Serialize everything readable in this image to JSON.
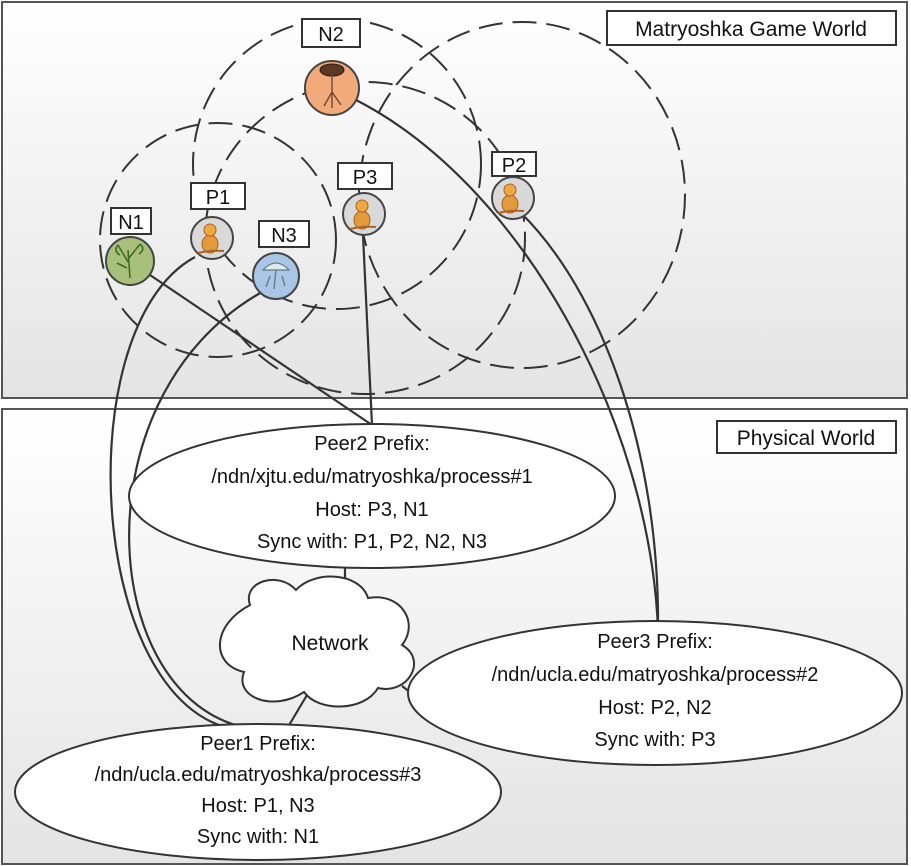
{
  "game_world": {
    "title": "Matryoshka Game World"
  },
  "physical_world": {
    "title": "Physical World"
  },
  "nodes": [
    {
      "id": "n1",
      "label": "N1",
      "kind": "npc",
      "color": "#a8c07a",
      "icon": "plant-icon"
    },
    {
      "id": "p1",
      "label": "P1",
      "kind": "player",
      "color": "#d9d9d9",
      "icon": "matryoshka-doll-icon"
    },
    {
      "id": "n3",
      "label": "N3",
      "kind": "npc",
      "color": "#a9c6e6",
      "icon": "mushroom-icon"
    },
    {
      "id": "p3",
      "label": "P3",
      "kind": "player",
      "color": "#d9d9d9",
      "icon": "matryoshka-doll-icon"
    },
    {
      "id": "n2",
      "label": "N2",
      "kind": "npc",
      "color": "#f2aa7a",
      "icon": "tree-icon"
    },
    {
      "id": "p2",
      "label": "P2",
      "kind": "player",
      "color": "#d9d9d9",
      "icon": "matryoshka-doll-icon"
    }
  ],
  "peers": {
    "peer2": {
      "title": "Peer2 Prefix:",
      "prefix": "/ndn/xjtu.edu/matryoshka/process#1",
      "host": "Host: P3, N1",
      "sync": "Sync with: P1, P2, N2, N3"
    },
    "peer3": {
      "title": "Peer3 Prefix:",
      "prefix": "/ndn/ucla.edu/matryoshka/process#2",
      "host": "Host: P2, N2",
      "sync": "Sync with: P3"
    },
    "peer1": {
      "title": "Peer1 Prefix:",
      "prefix": "/ndn/ucla.edu/matryoshka/process#3",
      "host": "Host: P1, N3",
      "sync": "Sync with: N1"
    }
  },
  "network": {
    "label": "Network"
  }
}
